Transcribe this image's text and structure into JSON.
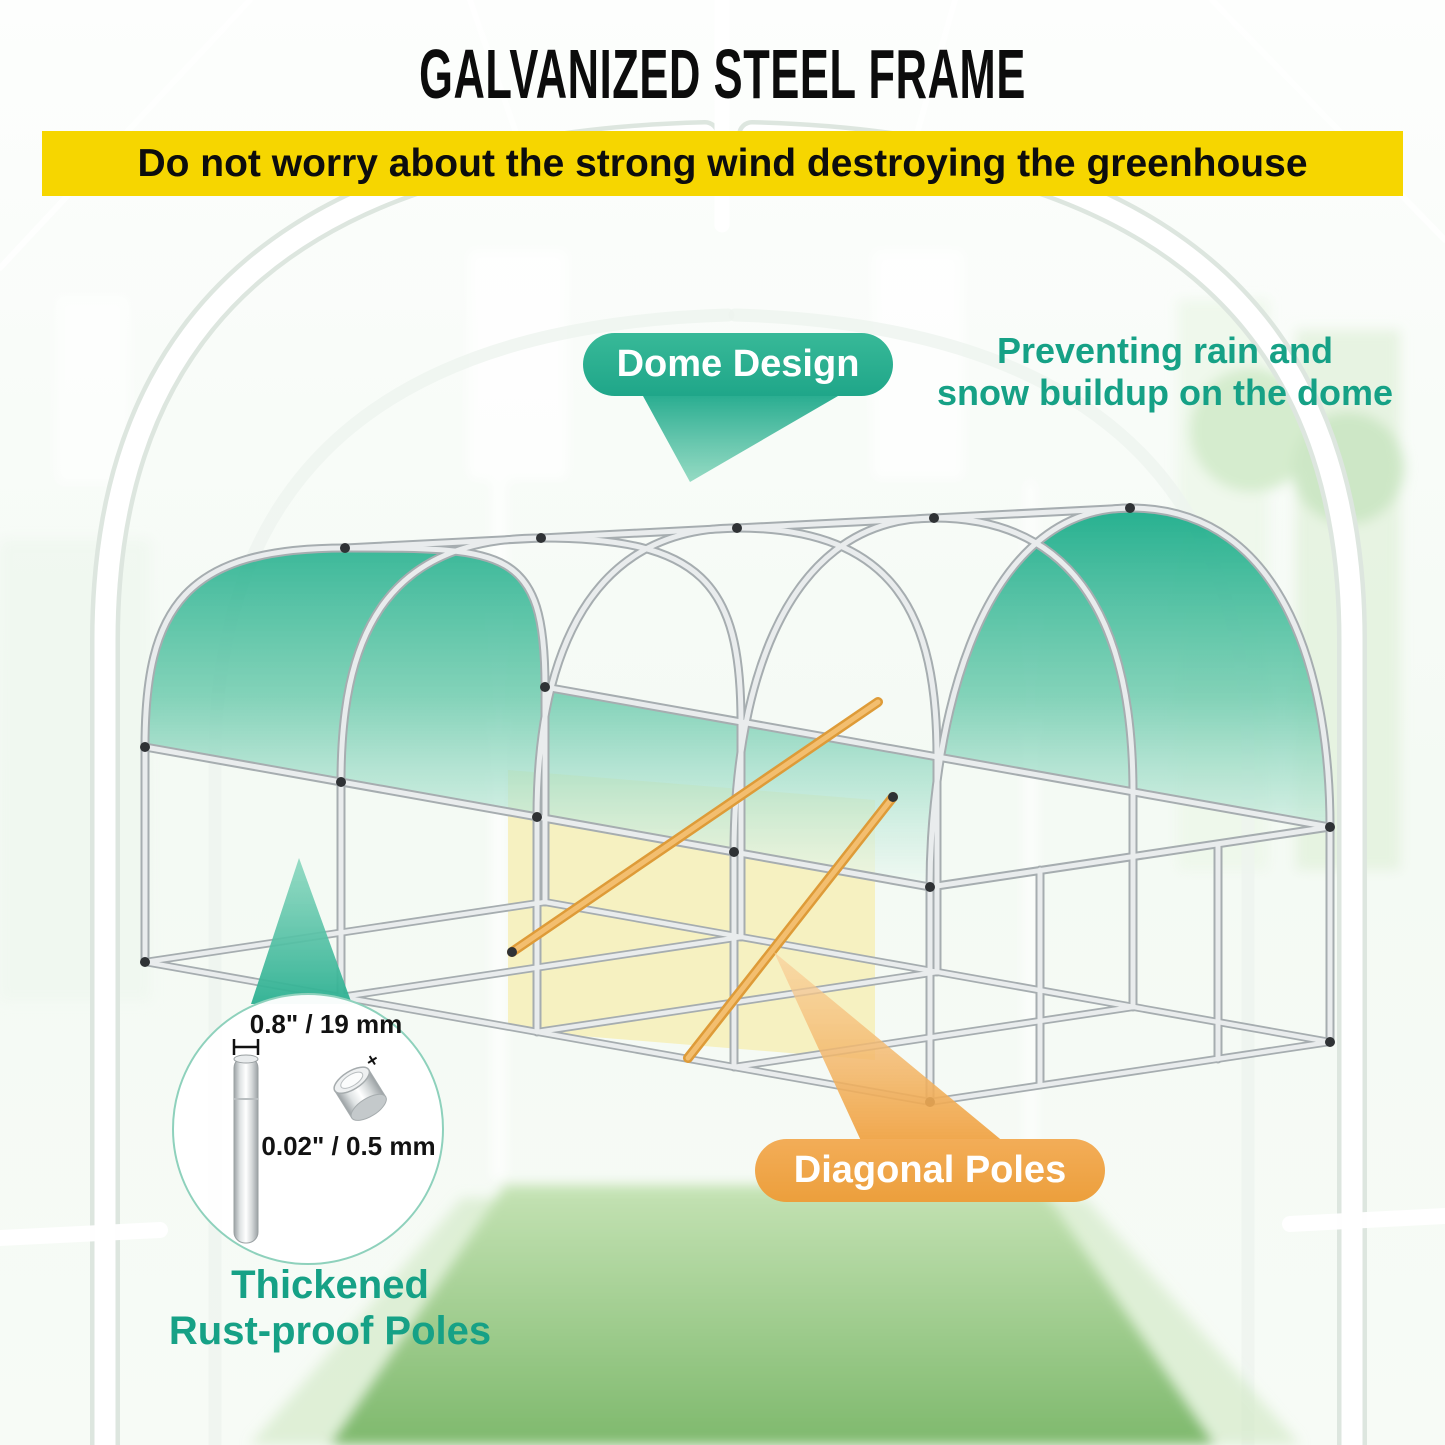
{
  "header": {
    "title": "GALVANIZED STEEL FRAME",
    "banner": "Do not worry about the strong wind destroying the greenhouse"
  },
  "callouts": {
    "dome": {
      "label": "Dome Design",
      "note_lines": [
        "Preventing rain and",
        "snow buildup on the dome"
      ]
    },
    "diagonal": {
      "label": "Diagonal Poles"
    },
    "pole_detail": {
      "outer_diameter": "0.8\" / 19 mm",
      "wall_thickness": "0.02\" / 0.5 mm",
      "caption_lines": [
        "Thickened",
        "Rust-proof Poles"
      ]
    }
  },
  "colors": {
    "banner_yellow": "#F6D600",
    "teal_accent": "#16A186",
    "orange_accent": "#F0A44C",
    "canopy_green": "#2BAE8D",
    "diagonal_gold": "#E2A13F",
    "grass_green": "#7AB868",
    "frame_gray": "#D7DBDD"
  }
}
